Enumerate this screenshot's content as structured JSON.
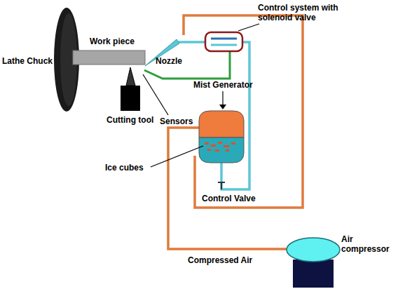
{
  "diagram": {
    "labels": [
      "Control system with solenoid valve",
      "Work piece",
      "Lathe Chuck",
      "Nozzle",
      "Mist Generator",
      "Cutting tool",
      "Sensors",
      "Ice cubes",
      "Control Valve",
      "Air compressor",
      "Compressed Air"
    ]
  }
}
